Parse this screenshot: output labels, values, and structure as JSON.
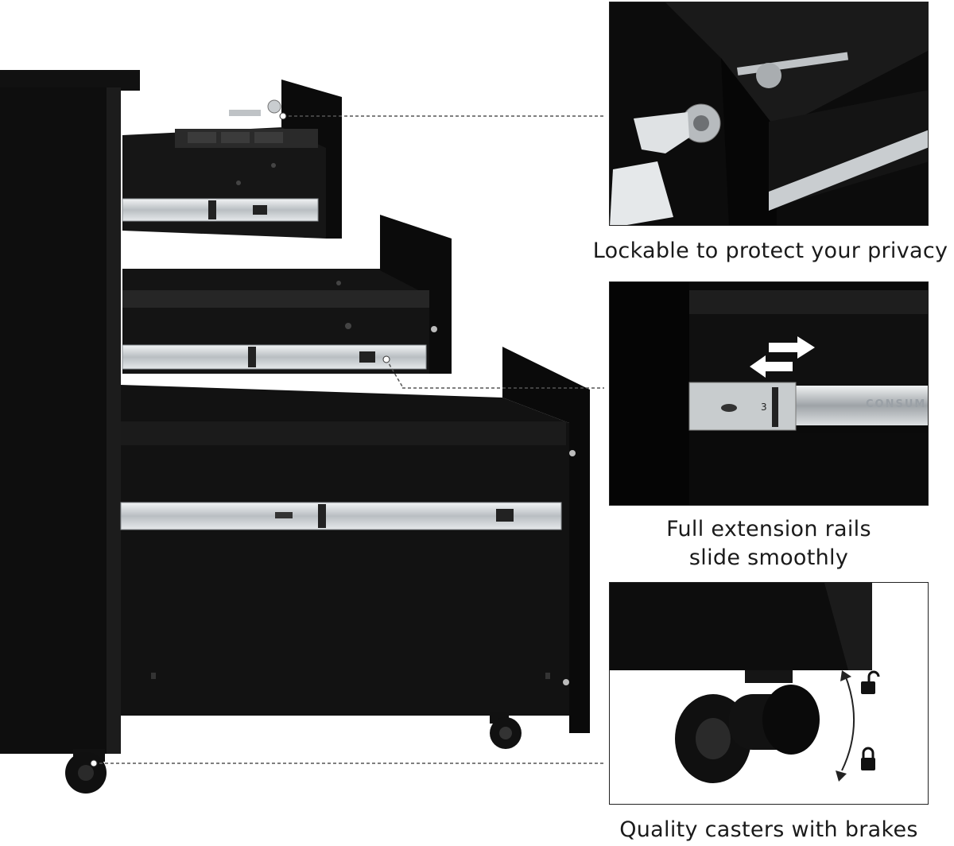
{
  "product_image": {
    "description_alt": "Black steel mobile file cabinet with three open drawers"
  },
  "features": [
    {
      "id": "lock",
      "caption_lines": [
        "Lockable to protect your privacy"
      ],
      "icon": "lock-key-icon"
    },
    {
      "id": "rails",
      "caption_lines": [
        "Full extension rails",
        "slide smoothly"
      ],
      "icon": "rail-arrows-icon",
      "rail_brand": "CONSUM",
      "rail_number": "3"
    },
    {
      "id": "casters",
      "caption_lines": [
        "Quality casters with brakes"
      ],
      "icon": "caster-icon"
    }
  ],
  "colors": {
    "cabinet": "#0d0d0d",
    "rail": "#cfd3d6",
    "caption": "#1a1a1a",
    "leader": "#555555"
  }
}
